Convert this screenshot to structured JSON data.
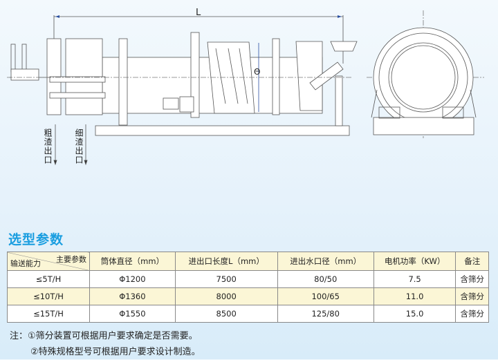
{
  "diagram": {
    "dimension_label": "L",
    "diameter_symbol": "Θ",
    "coarse_outlet": "粗渣出口",
    "fine_outlet": "细渣出口"
  },
  "section_title": "选型参数",
  "table": {
    "corner_top": "主要参数",
    "corner_bottom": "输送能力",
    "headers": [
      "筒体直径（mm）",
      "进出口长度L（mm）",
      "进出水口径（mm）",
      "电机功率（KW）",
      "备注"
    ],
    "rows": [
      [
        "≤5T/H",
        "Φ1200",
        "7500",
        "80/50",
        "7.5",
        "含筛分"
      ],
      [
        "≤10T/H",
        "Φ1360",
        "8000",
        "100/65",
        "11.0",
        "含筛分"
      ],
      [
        "≤15T/H",
        "Φ1550",
        "8500",
        "125/80",
        "15.0",
        "含筛分"
      ]
    ]
  },
  "notes": {
    "prefix": "注：",
    "items": [
      "①筛分装置可根据用户要求确定是否需要。",
      "②特殊规格型号可根据用户要求设计制造。"
    ]
  },
  "colors": {
    "title": "#1a9ee0",
    "header_bg": "#fbf6d6",
    "line": "#555"
  }
}
